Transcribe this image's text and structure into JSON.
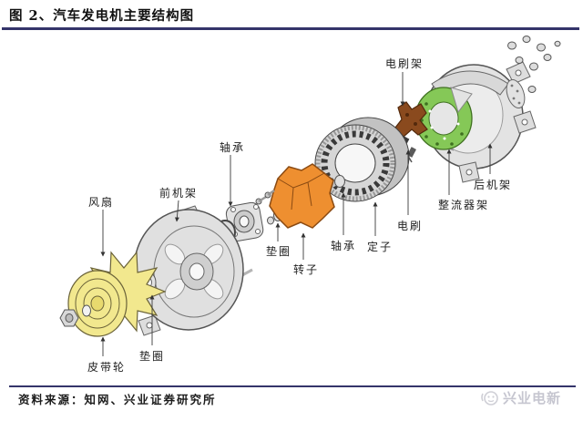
{
  "header": {
    "title": "图 2、汽车发电机主要结构图"
  },
  "diagram": {
    "labels": [
      {
        "part": "fan",
        "text": "风扇"
      },
      {
        "part": "front-frame",
        "text": "前机架"
      },
      {
        "part": "front-bearing",
        "text": "轴承"
      },
      {
        "part": "brush-holder",
        "text": "电刷架"
      },
      {
        "part": "rear-frame",
        "text": "后机架"
      },
      {
        "part": "rectifier-frame",
        "text": "整流器架"
      },
      {
        "part": "brush",
        "text": "电刷"
      },
      {
        "part": "rear-bearing",
        "text": "轴承"
      },
      {
        "part": "stator",
        "text": "定子"
      },
      {
        "part": "shaft-washer",
        "text": "垫圈"
      },
      {
        "part": "rotor",
        "text": "转子"
      },
      {
        "part": "front-washer",
        "text": "垫圈"
      },
      {
        "part": "pulley",
        "text": "皮带轮"
      }
    ],
    "colors": {
      "fan_pulley": "#f2e88e",
      "rotor": "#ee8f30",
      "rectifier": "#85c857",
      "brush_holder": "#8a4a1e",
      "frame_gray": "#e0e0e0",
      "accent_rule": "#34346a"
    }
  },
  "footer": {
    "source": "资料来源：知网、兴业证券研究所",
    "watermark": "兴业电新"
  }
}
